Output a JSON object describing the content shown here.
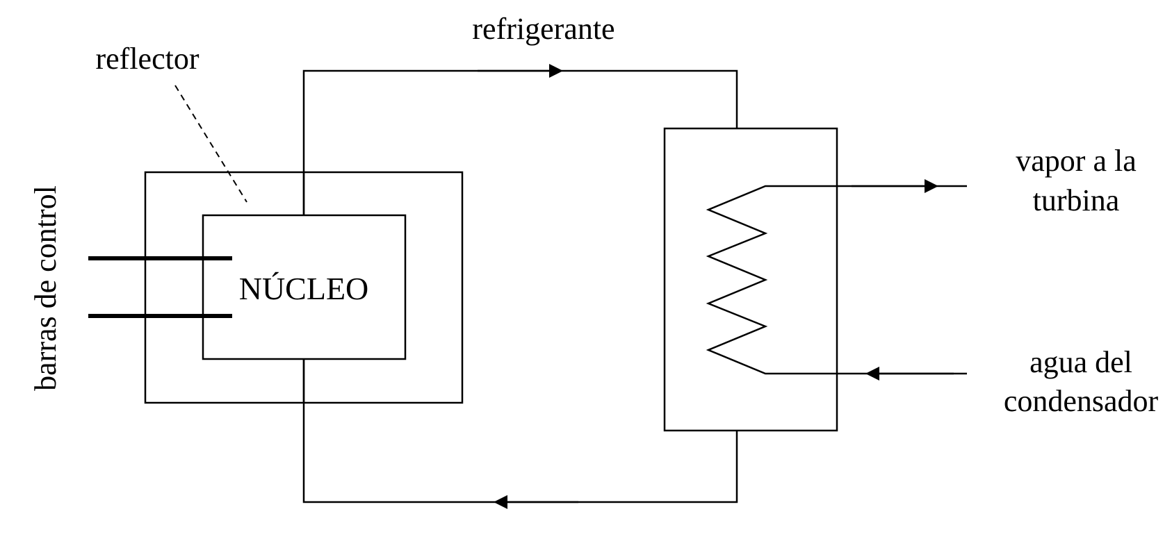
{
  "labels": {
    "refrigerant": "refrigerante",
    "reflector": "reflector",
    "control_rods": "barras de control",
    "core": "NÚCLEO",
    "steam_line1": "vapor a la",
    "steam_line2": "turbina",
    "water_line1": "agua del",
    "water_line2": "condensador"
  },
  "colors": {
    "stroke": "#000000",
    "background": "#ffffff"
  }
}
